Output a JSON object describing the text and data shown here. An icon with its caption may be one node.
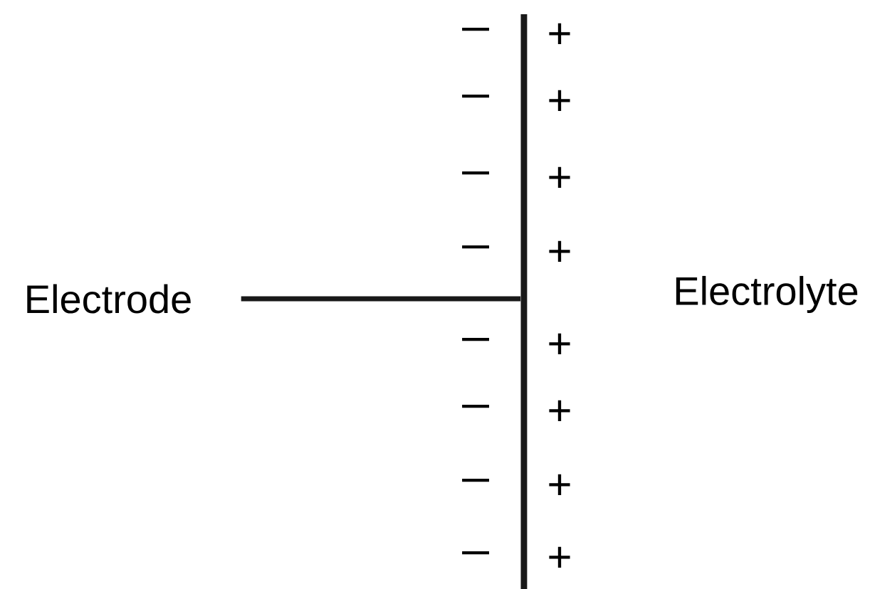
{
  "diagram": {
    "nodes": [
      {
        "text": [
          "Electrode"
        ]
      },
      {
        "text": [],
        "shape": "bar"
      },
      {
        "text": [
          "Electrolyte"
        ]
      }
    ],
    "edges": [
      {
        "from": 0,
        "to": 1,
        "arrow": "none"
      }
    ],
    "labels": [
      "−",
      "+",
      "−",
      "+",
      "−",
      "+",
      "−",
      "+",
      "−",
      "+",
      "−",
      "+",
      "−",
      "+",
      "−",
      "+"
    ]
  }
}
